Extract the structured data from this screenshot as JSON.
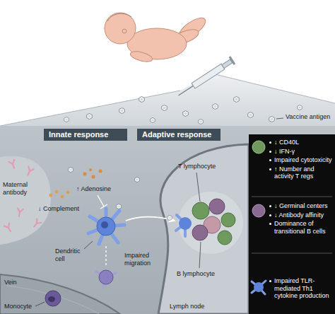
{
  "diagram": {
    "nodes": [
      {
        "text": [
          "Innate response"
        ]
      },
      {
        "text": [
          "Adaptive response"
        ]
      },
      {
        "text": [
          "↓ CD40L",
          "↓ IFN-γ",
          "Impaired cytotoxicity",
          "↑ Number and activity T regs"
        ]
      },
      {
        "text": [
          "↓ Germinal centers",
          "↓ Antibody affinity",
          "Dominance of transitional B cells"
        ]
      },
      {
        "text": [
          "Impaired TLR-mediated Th1 cytokine production"
        ]
      }
    ],
    "labels": [
      "Vaccine antigen",
      "Maternal antibody",
      "↓ Complement",
      "↑ Adenosine",
      "T lymphocyte",
      "Dendritic cell",
      "Impaired migration",
      "B lymphocyte",
      "Vein",
      "Monocyte",
      "Lymph node"
    ]
  }
}
